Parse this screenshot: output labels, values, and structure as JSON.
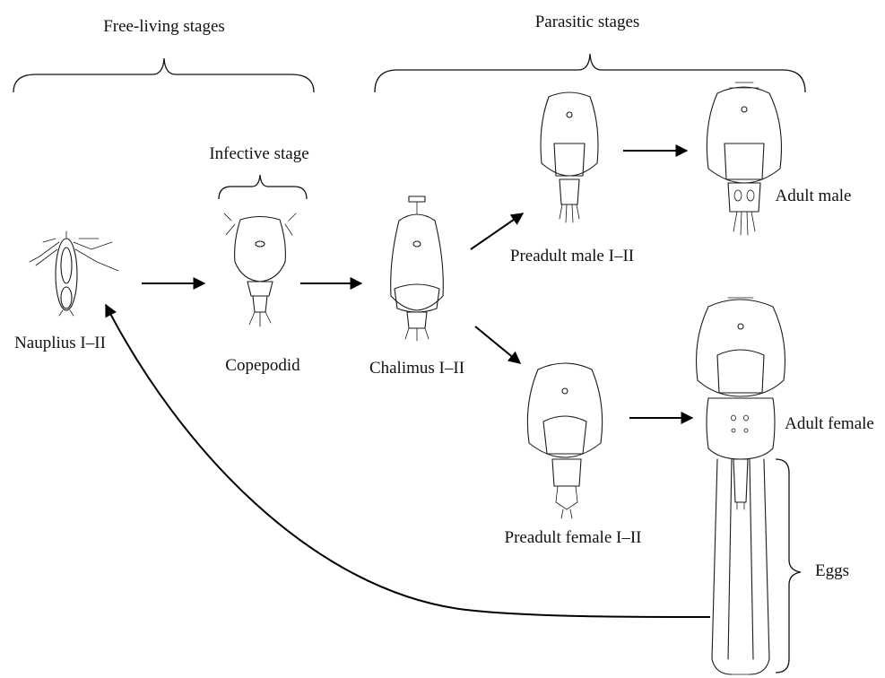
{
  "groups": {
    "free_living": "Free-living stages",
    "parasitic": "Parasitic stages",
    "infective": "Infective stage"
  },
  "stages": {
    "nauplius": "Nauplius I–II",
    "copepodid": "Copepodid",
    "chalimus": "Chalimus I–II",
    "preadult_male": "Preadult male I–II",
    "adult_male": "Adult male",
    "preadult_female": "Preadult female I–II",
    "adult_female": "Adult female",
    "eggs": "Eggs"
  }
}
